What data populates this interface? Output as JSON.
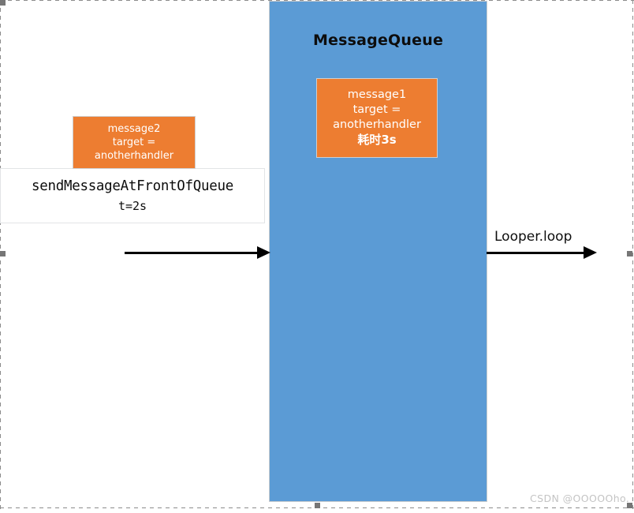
{
  "diagram": {
    "title": "MessageQueue",
    "queue_box": {
      "label": "MessageQueue",
      "fill_color": "#5B9BD5"
    },
    "messages": [
      {
        "id": "message1",
        "name": "message1",
        "target_line": "target =",
        "target_value": "anotherhandler",
        "duration": "耗时3s",
        "fill_color": "#ED7D31",
        "location": "inside-queue"
      },
      {
        "id": "message2",
        "name": "message2",
        "target_line": "target =",
        "target_value": "anotherhandler",
        "fill_color": "#ED7D31",
        "location": "outside-left"
      }
    ],
    "send_box": {
      "api_name": "sendMessageAtFrontOfQueue",
      "time_label": "t=2s"
    },
    "arrows": [
      {
        "id": "enqueue-arrow",
        "label": "",
        "direction": "right",
        "color": "#000000"
      },
      {
        "id": "looper-arrow",
        "label": "Looper.loop",
        "direction": "right",
        "color": "#000000"
      }
    ],
    "watermark": "CSDN @OOOOOho."
  }
}
